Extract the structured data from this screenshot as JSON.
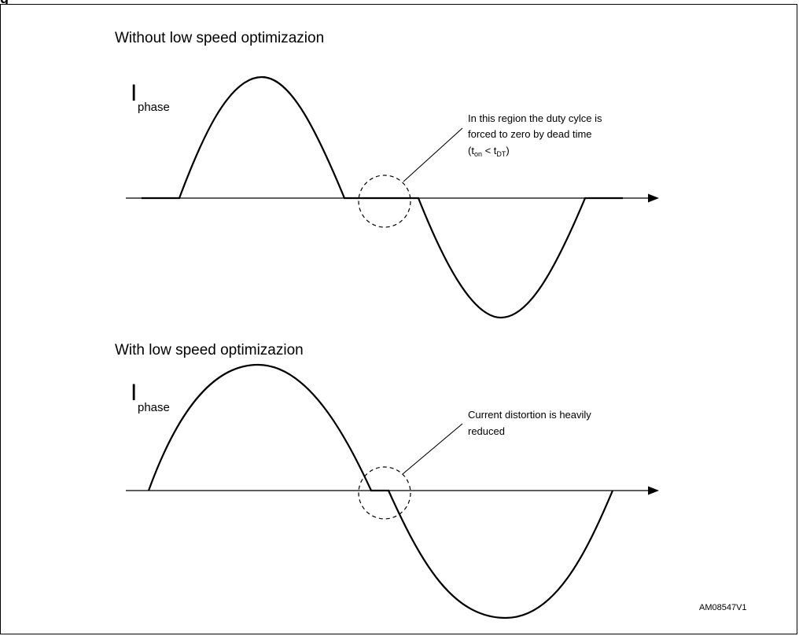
{
  "figure": {
    "caption_fragment": "g",
    "id_code": "AM08547V1"
  },
  "panels": [
    {
      "heading": "Without low speed optimizazion",
      "axis_label_main": "I",
      "axis_label_sub": "phase",
      "annotation_lines": [
        "In this region the duty cylce is",
        "forced to zero by dead time"
      ],
      "formula": {
        "open": "(t",
        "t_on_sub": "on",
        "lt": " < t",
        "t_dt_sub": "DT",
        "close": ")"
      }
    },
    {
      "heading": "With low speed optimizazion",
      "axis_label_main": "I",
      "axis_label_sub": "phase",
      "annotation_lines": [
        "Current distortion is heavily",
        "reduced"
      ]
    }
  ]
}
